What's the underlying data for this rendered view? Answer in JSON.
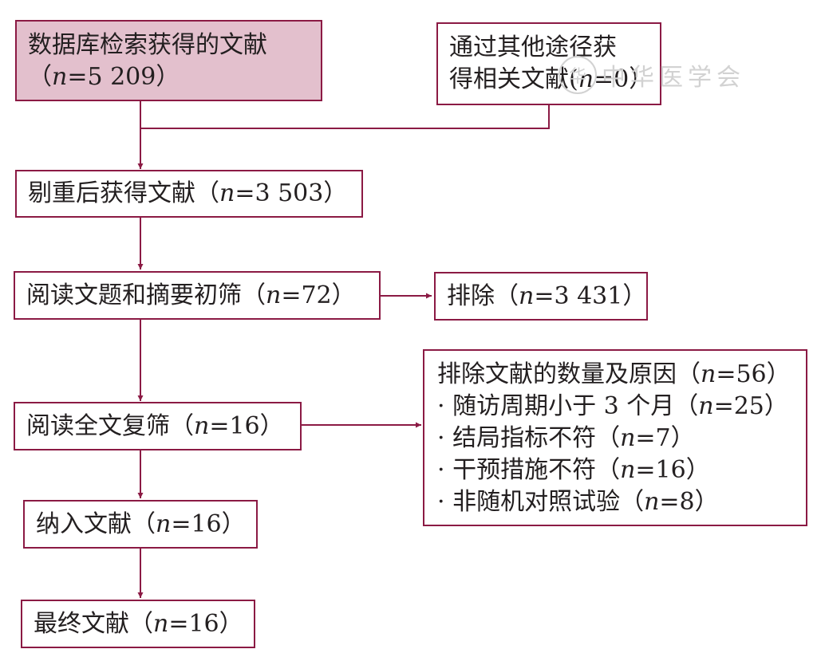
{
  "boxes": {
    "db_search": {
      "line1": "数据库检索获得的文献",
      "line2_pre": "（",
      "n": "n",
      "line2_post": "=5 209）"
    },
    "other_sources": {
      "line1": "通过其他途径获",
      "line2_pre": "得相关文献(",
      "n": "n",
      "line2_post": "=0）"
    },
    "dedup": {
      "pre": "剔重后获得文献（",
      "n": "n",
      "post": "=3 503）"
    },
    "title_abstract": {
      "pre": "阅读文题和摘要初筛（",
      "n": "n",
      "post": "=72）"
    },
    "excluded": {
      "pre": "排除（",
      "n": "n",
      "post": "=3 431）"
    },
    "fulltext": {
      "pre": "阅读全文复筛（",
      "n": "n",
      "post": "=16）"
    },
    "exclusion_reasons": {
      "title_pre": "排除文献的数量及原因（",
      "title_n": "n",
      "title_post": "=56）",
      "items": [
        {
          "pre": "· 随访周期小于 3 个月（",
          "n": "n",
          "post": "=25）"
        },
        {
          "pre": "· 结局指标不符（",
          "n": "n",
          "post": "=7）"
        },
        {
          "pre": "· 干预措施不符（",
          "n": "n",
          "post": "=16）"
        },
        {
          "pre": "· 非随机对照试验（",
          "n": "n",
          "post": "=8）"
        }
      ]
    },
    "included": {
      "pre": "纳入文献（",
      "n": "n",
      "post": "=16）"
    },
    "final": {
      "pre": "最终文献（",
      "n": "n",
      "post": "=16）"
    }
  },
  "watermark": {
    "text": "中华医学会",
    "seal": "华"
  },
  "colors": {
    "border": "#8b1a44",
    "db_fill": "#e3c0cd",
    "arrow": "#8b1a44"
  }
}
